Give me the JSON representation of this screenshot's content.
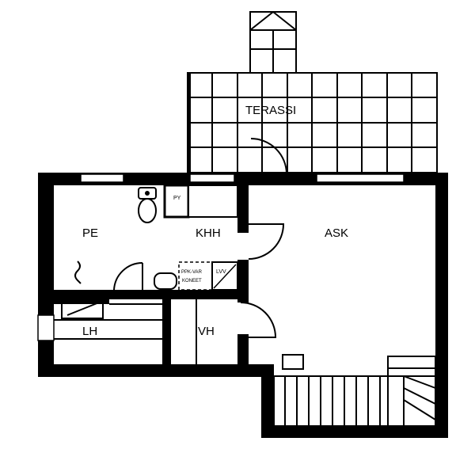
{
  "rooms": {
    "terrace": "TERASSI",
    "bedroom": "PE",
    "bathroom": "KHH",
    "living": "ASK",
    "closet_lh": "LH",
    "closet_vh": "VH"
  },
  "fixtures": {
    "dryer": "PY",
    "appliance_line1": "PPK-VAR",
    "appliance_line2": "KONEET",
    "water_heater": "LVV"
  }
}
